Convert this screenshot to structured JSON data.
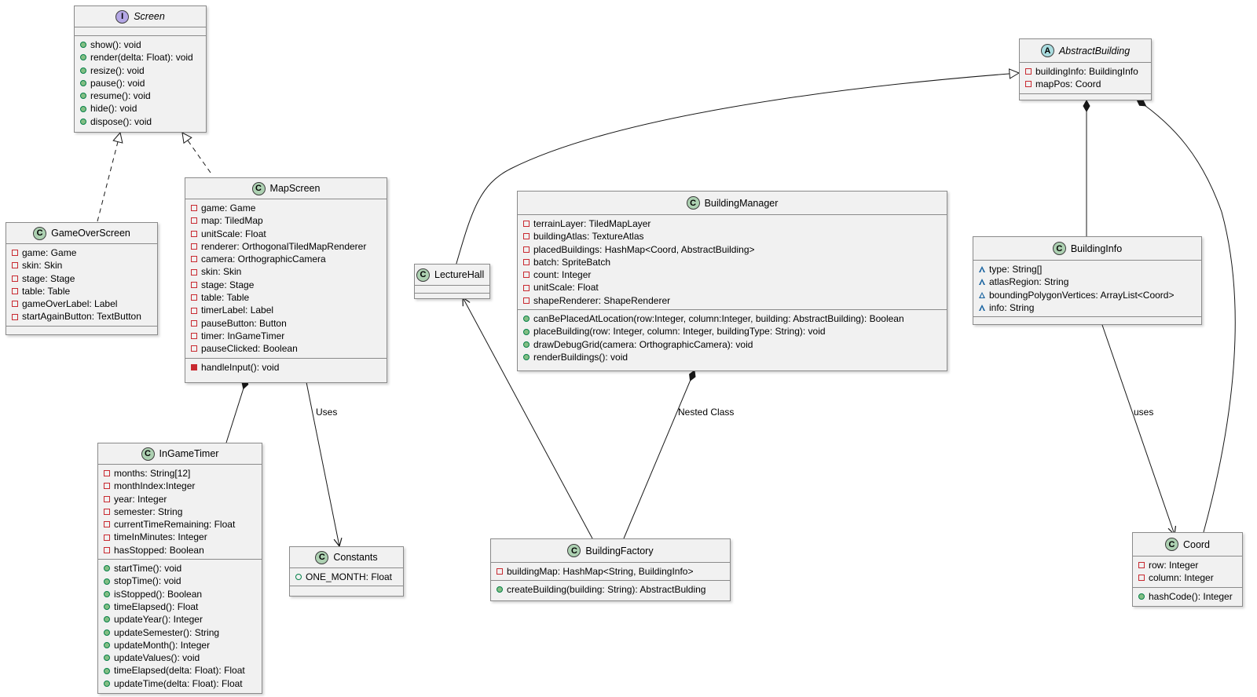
{
  "classes": {
    "screen": {
      "badge": "I",
      "name": "Screen",
      "methods": [
        "show(): void",
        "render(delta: Float): void",
        "resize(): void",
        "pause(): void",
        "resume(): void",
        "hide(): void",
        "dispose(): void"
      ]
    },
    "gameover": {
      "badge": "C",
      "name": "GameOverScreen",
      "fields": [
        "game: Game",
        "skin: Skin",
        "stage: Stage",
        "table: Table",
        "gameOverLabel: Label",
        "startAgainButton: TextButton"
      ]
    },
    "mapscreen": {
      "badge": "C",
      "name": "MapScreen",
      "fields": [
        "game: Game",
        "map: TiledMap",
        "unitScale: Float",
        "renderer: OrthogonalTiledMapRenderer",
        "camera: OrthographicCamera",
        "skin: Skin",
        "stage: Stage",
        "table: Table",
        "timerLabel: Label",
        "pauseButton: Button",
        "timer: InGameTimer",
        "pauseClicked: Boolean"
      ],
      "methods": [
        "handleInput(): void"
      ]
    },
    "ingametimer": {
      "badge": "C",
      "name": "InGameTimer",
      "fields": [
        "months: String[12]",
        "monthIndex:Integer",
        "year: Integer",
        "semester: String",
        "currentTimeRemaining: Float",
        "timeInMinutes: Integer",
        "hasStopped: Boolean"
      ],
      "methods": [
        "startTime(): void",
        "stopTime(): void",
        "isStopped(): Boolean",
        "timeElapsed(): Float",
        "updateYear(): Integer",
        "updateSemester(): String",
        "updateMonth(): Integer",
        "updateValues(): void",
        "timeElapsed(delta: Float): Float",
        "updateTime(delta: Float): Float"
      ]
    },
    "constants": {
      "badge": "C",
      "name": "Constants",
      "fields": [
        "ONE_MONTH: Float"
      ]
    },
    "lecturehall": {
      "badge": "C",
      "name": "LectureHall"
    },
    "buildingmanager": {
      "badge": "C",
      "name": "BuildingManager",
      "fields": [
        "terrainLayer: TiledMapLayer",
        "buildingAtlas: TextureAtlas",
        "placedBuildings: HashMap<Coord, AbstractBuilding>",
        "batch: SpriteBatch",
        "count: Integer",
        "unitScale: Float",
        "shapeRenderer: ShapeRenderer"
      ],
      "methods": [
        "canBePlacedAtLocation(row:Integer, column:Integer, building: AbstractBuilding): Boolean",
        "placeBuilding(row: Integer, column: Integer, buildingType: String): void",
        "drawDebugGrid(camera: OrthographicCamera): void",
        "renderBuildings(): void"
      ]
    },
    "buildingfactory": {
      "badge": "C",
      "name": "BuildingFactory",
      "fields": [
        "buildingMap: HashMap<String, BuildingInfo>"
      ],
      "methods": [
        "createBuilding(building: String): AbstractBulding"
      ]
    },
    "abstractbuilding": {
      "badge": "A",
      "name": "AbstractBuilding",
      "fields": [
        "buildingInfo: BuildingInfo",
        "mapPos: Coord"
      ]
    },
    "buildinginfo": {
      "badge": "C",
      "name": "BuildingInfo",
      "fields": [
        "type: String[]",
        "atlasRegion: String",
        "boundingPolygonVertices: ArrayList<Coord>",
        "info: String"
      ]
    },
    "coord": {
      "badge": "C",
      "name": "Coord",
      "fields": [
        "row: Integer",
        "column: Integer"
      ],
      "methods": [
        "hashCode(): Integer"
      ]
    }
  },
  "edge_labels": {
    "uses_upper": "Uses",
    "nested": "Nested Class",
    "uses_lower": "uses"
  },
  "colors": {
    "class_bg": "#f1f1f1",
    "border": "#8a8a8a",
    "class_badge": "#add1b2",
    "interface_badge": "#b4a7e5",
    "abstract_badge": "#a9dcdf",
    "public": "#84be84",
    "private": "#c82930",
    "package": "#1963a0"
  }
}
